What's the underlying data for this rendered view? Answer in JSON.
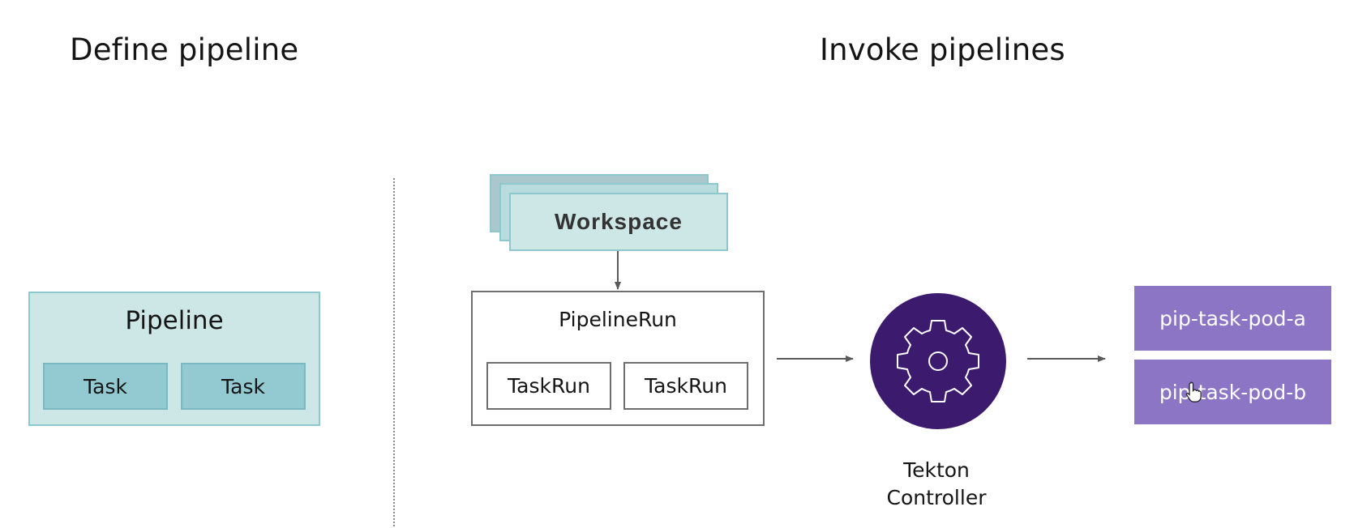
{
  "headings": {
    "left": "Define pipeline",
    "right": "Invoke pipelines"
  },
  "pipeline": {
    "title": "Pipeline",
    "tasks": [
      "Task",
      "Task"
    ]
  },
  "workspace": {
    "label": "Workspace"
  },
  "pipeline_run": {
    "title": "PipelineRun",
    "task_runs": [
      "TaskRun",
      "TaskRun"
    ]
  },
  "controller": {
    "label_line1": "Tekton",
    "label_line2": "Controller",
    "icon": "gear-icon"
  },
  "pods": [
    "pip-task-pod-a",
    "pip-task-pod-b"
  ],
  "colors": {
    "pipeline_fill": "#cde7e6",
    "task_fill": "#93c9d1",
    "controller_fill": "#3c1a6e",
    "pod_fill": "#8b75c4"
  }
}
